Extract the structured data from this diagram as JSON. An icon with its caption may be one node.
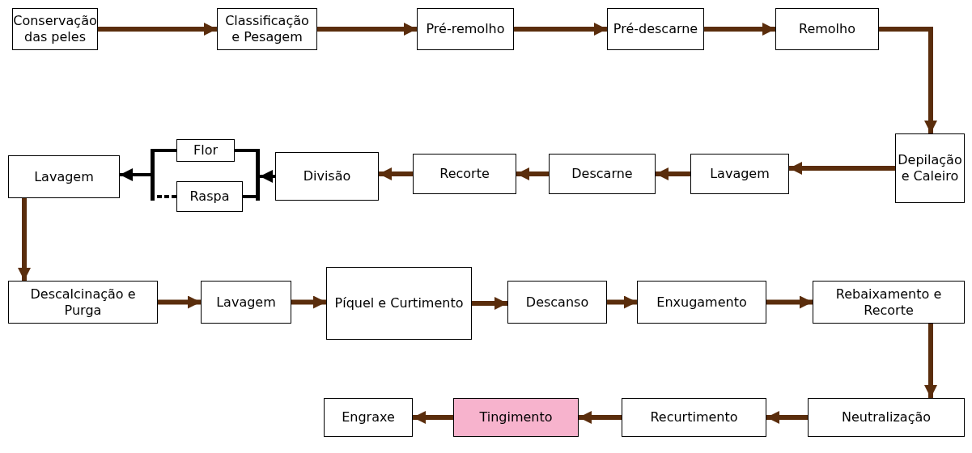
{
  "diagram": {
    "nodes": [
      {
        "text": [
          "Conservação das peles"
        ]
      },
      {
        "text": [
          "Classificação e Pesagem"
        ]
      },
      {
        "text": [
          "Pré-remolho"
        ]
      },
      {
        "text": [
          "Pré-descarne"
        ]
      },
      {
        "text": [
          "Remolho"
        ]
      },
      {
        "text": [
          "Depilação e Caleiro"
        ]
      },
      {
        "text": [
          "Lavagem"
        ]
      },
      {
        "text": [
          "Descarne"
        ]
      },
      {
        "text": [
          "Recorte"
        ]
      },
      {
        "text": [
          "Divisão"
        ]
      },
      {
        "text": [
          "Flor"
        ]
      },
      {
        "text": [
          "Raspa"
        ]
      },
      {
        "text": [
          "Lavagem"
        ]
      },
      {
        "text": [
          "Descalcinação e Purga"
        ]
      },
      {
        "text": [
          "Lavagem"
        ]
      },
      {
        "text": [
          "Píquel e Curtimento"
        ]
      },
      {
        "text": [
          "Descanso"
        ]
      },
      {
        "text": [
          "Enxugamento"
        ]
      },
      {
        "text": [
          "Rebaixamento e Recorte"
        ]
      },
      {
        "text": [
          "Neutralização"
        ]
      },
      {
        "text": [
          "Recurtimento"
        ]
      },
      {
        "text": [
          "Tingimento"
        ]
      },
      {
        "text": [
          "Engraxe"
        ]
      },
      {
        "text": [],
        "shape": "bar"
      },
      {
        "text": [],
        "shape": "bar"
      }
    ],
    "edges": [
      {
        "from": 0,
        "to": 1,
        "arrow": "to"
      },
      {
        "from": 1,
        "to": 2,
        "arrow": "to"
      },
      {
        "from": 2,
        "to": 3,
        "arrow": "to"
      },
      {
        "from": 3,
        "to": 4,
        "arrow": "to"
      },
      {
        "from": 4,
        "to": 5,
        "arrow": "to"
      },
      {
        "from": 5,
        "to": 6,
        "arrow": "to"
      },
      {
        "from": 6,
        "to": 7,
        "arrow": "to"
      },
      {
        "from": 7,
        "to": 8,
        "arrow": "to"
      },
      {
        "from": 8,
        "to": 9,
        "arrow": "to"
      },
      {
        "from": 9,
        "to": 24,
        "arrow": "to",
        "color": "#000000"
      },
      {
        "from": 24,
        "to": 10,
        "arrow": "none",
        "color": "#000000"
      },
      {
        "from": 24,
        "to": 11,
        "arrow": "none",
        "color": "#000000"
      },
      {
        "from": 10,
        "to": 23,
        "arrow": "none",
        "color": "#000000"
      },
      {
        "from": 11,
        "to": 23,
        "arrow": "none",
        "color": "#000000",
        "style": "dashed"
      },
      {
        "from": 23,
        "to": 12,
        "arrow": "to",
        "color": "#000000"
      },
      {
        "from": 12,
        "to": 13,
        "arrow": "to"
      },
      {
        "from": 13,
        "to": 14,
        "arrow": "to"
      },
      {
        "from": 14,
        "to": 15,
        "arrow": "to"
      },
      {
        "from": 15,
        "to": 16,
        "arrow": "to"
      },
      {
        "from": 16,
        "to": 17,
        "arrow": "to"
      },
      {
        "from": 17,
        "to": 18,
        "arrow": "to"
      },
      {
        "from": 18,
        "to": 19,
        "arrow": "to"
      },
      {
        "from": 19,
        "to": 20,
        "arrow": "to"
      },
      {
        "from": 20,
        "to": 21,
        "arrow": "to"
      },
      {
        "from": 21,
        "to": 22,
        "arrow": "to"
      }
    ]
  }
}
